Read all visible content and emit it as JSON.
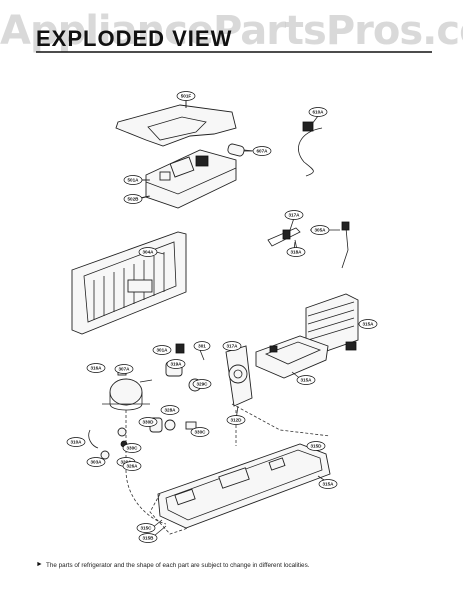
{
  "title": "EXPLODED VIEW",
  "watermark": "AppliancePartsPros.com",
  "callouts": [
    "501F",
    "607A",
    "610A",
    "501A",
    "502B",
    "317A",
    "305A",
    "318A",
    "304A",
    "301",
    "301A",
    "316A",
    "319A",
    "307A",
    "330D",
    "329C",
    "328A",
    "315A",
    "312D",
    "330C",
    "329A",
    "330C",
    "310A",
    "326A",
    "315D",
    "315A",
    "315C",
    "315B",
    "315A",
    "303A",
    "317A"
  ],
  "footnote": "The parts of refrigerator and the shape of each part are subject to change in different localities."
}
